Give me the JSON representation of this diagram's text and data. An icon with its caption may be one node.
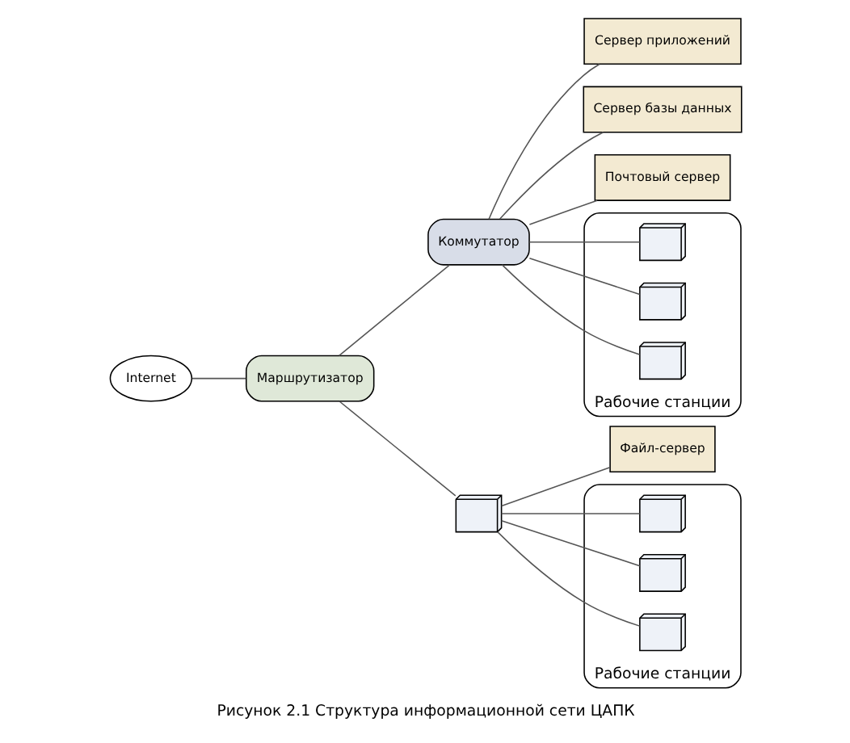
{
  "diagram": {
    "caption": "Рисунок 2.1 Структура информационной сети ЦАПК",
    "nodes": [
      {
        "text": [
          "Internet"
        ]
      },
      {
        "text": [
          "Маршрутизатор"
        ]
      },
      {
        "text": [
          "Коммутатор"
        ]
      },
      {
        "text": [
          "Сервер приложений"
        ]
      },
      {
        "text": [
          "Сервер базы данных"
        ]
      },
      {
        "text": [
          "Почтовый сервер"
        ]
      },
      {
        "text": [
          "Рабочие станции"
        ]
      },
      {
        "text": [],
        "shape": "picture",
        "in": 6
      },
      {
        "text": [],
        "shape": "picture",
        "in": 6
      },
      {
        "text": [],
        "shape": "picture",
        "in": 6
      },
      {
        "text": [],
        "shape": "picture"
      },
      {
        "text": [
          "Файл-сервер"
        ]
      },
      {
        "text": [
          "Рабочие станции"
        ]
      },
      {
        "text": [],
        "shape": "picture",
        "in": 12
      },
      {
        "text": [],
        "shape": "picture",
        "in": 12
      },
      {
        "text": [],
        "shape": "picture",
        "in": 12
      }
    ],
    "edges": [
      {
        "from": 0,
        "to": 1,
        "arrow": "none"
      },
      {
        "from": 1,
        "to": 2,
        "arrow": "none"
      },
      {
        "from": 2,
        "to": 3,
        "arrow": "none"
      },
      {
        "from": 2,
        "to": 4,
        "arrow": "none"
      },
      {
        "from": 2,
        "to": 5,
        "arrow": "none"
      },
      {
        "from": 2,
        "to": 7,
        "arrow": "none"
      },
      {
        "from": 2,
        "to": 8,
        "arrow": "none"
      },
      {
        "from": 2,
        "to": 9,
        "arrow": "none"
      },
      {
        "from": 1,
        "to": 10,
        "arrow": "none"
      },
      {
        "from": 10,
        "to": 11,
        "arrow": "none"
      },
      {
        "from": 10,
        "to": 13,
        "arrow": "none"
      },
      {
        "from": 10,
        "to": 14,
        "arrow": "none"
      },
      {
        "from": 10,
        "to": 15,
        "arrow": "none"
      }
    ]
  }
}
